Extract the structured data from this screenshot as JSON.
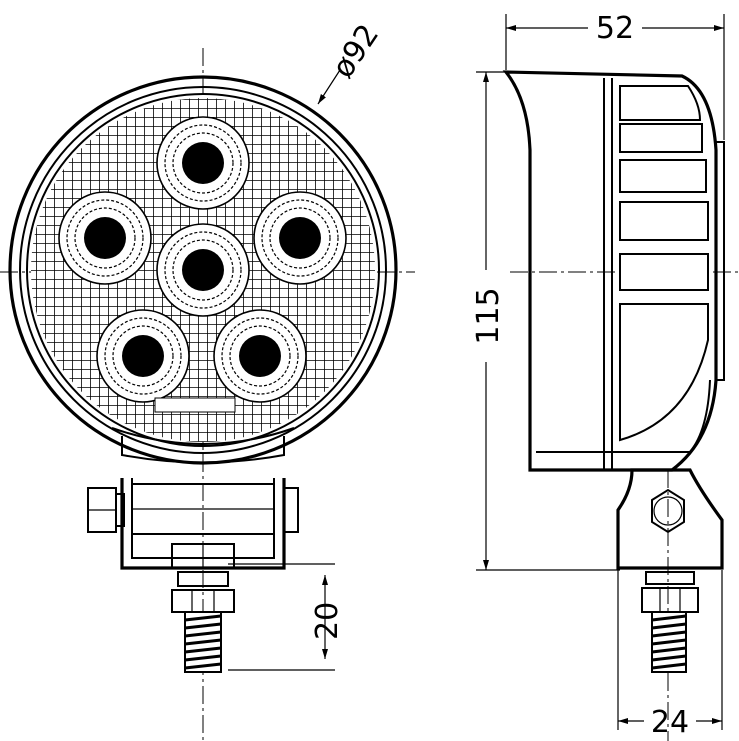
{
  "dimensions": {
    "diameter": "ø92",
    "width": "52",
    "height": "115",
    "bracket": "20",
    "depth": "24"
  },
  "colors": {
    "line": "#000000",
    "background": "#ffffff"
  },
  "leds": 6
}
